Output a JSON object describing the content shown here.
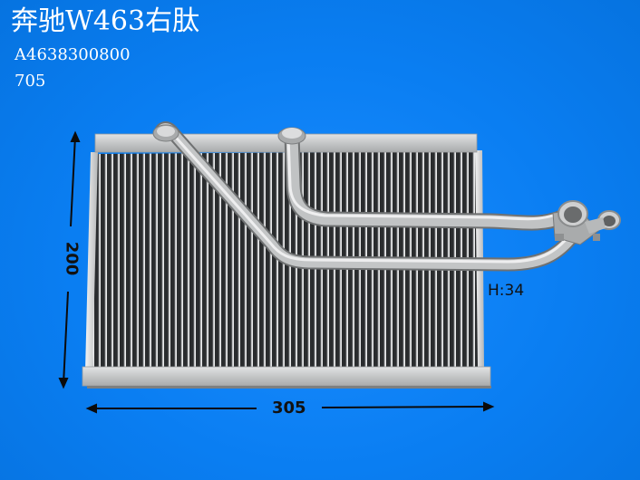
{
  "product": {
    "title": "奔驰W463右肽",
    "part_number": "A4638300800",
    "code": "705",
    "image_subject": "heater-core-radiator"
  },
  "dimensions": {
    "height_label": "200",
    "width_label": "305",
    "depth_label": "H:34"
  },
  "colors": {
    "background": "#0a7ef2",
    "text_header": "#ffffff",
    "dimension_text": "#111111",
    "frame_metal": "#c9cbcc",
    "fin_dark": "#2b2d2f",
    "fin_light": "#e8e9ea",
    "pipe_metal": "#b8babb"
  }
}
